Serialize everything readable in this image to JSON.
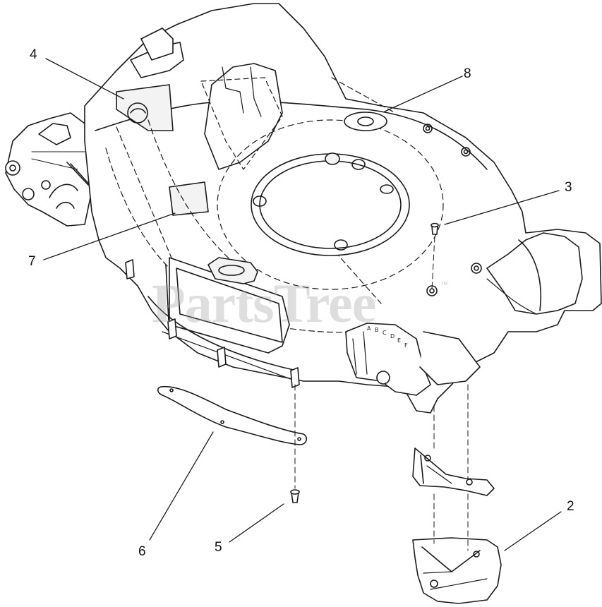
{
  "watermark": {
    "text": "PartsTree",
    "trademark": "™"
  },
  "callouts": [
    {
      "id": "1",
      "label": "2"
    },
    {
      "id": "2",
      "label": "3"
    },
    {
      "id": "3",
      "label": "4"
    },
    {
      "id": "4",
      "label": "5"
    },
    {
      "id": "5",
      "label": "6"
    },
    {
      "id": "6",
      "label": "7"
    },
    {
      "id": "7",
      "label": "8"
    }
  ],
  "deck_scale_letters": [
    "A",
    "B",
    "C",
    "D",
    "E",
    "F"
  ],
  "colors": {
    "line": "#1a1a1a",
    "fill": "#ffffff",
    "shade": "#e9e9e9"
  }
}
